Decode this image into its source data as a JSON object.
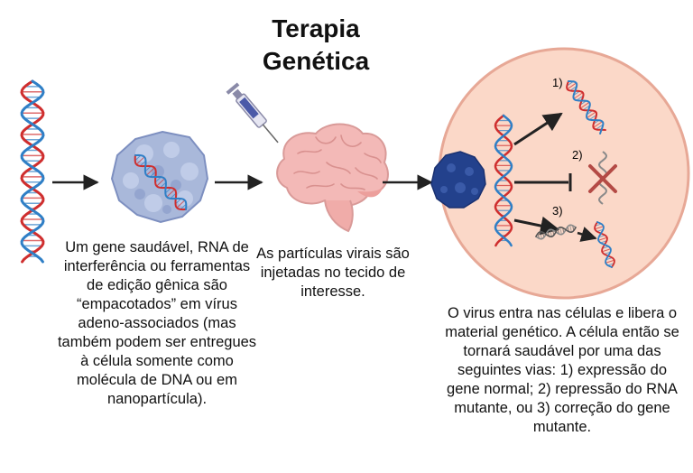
{
  "title": {
    "line1": "Terapia",
    "line2": "Genética"
  },
  "steps": [
    {
      "text": "Um gene saudável, RNA de interferência ou ferramentas de edição gênica são “empacotados” em vírus adeno-associados (mas também podem ser entregues à célula somente como molécula de DNA ou em nanopartícula)."
    },
    {
      "text": "As partículas virais são injetadas no tecido de interesse."
    },
    {
      "text": "O virus entra nas células e libera o material genético. A célula então se tornará saudável por uma das seguintes vias: 1) expressão do gene normal; 2) repressão do RNA mutante, ou 3) correção do gene mutante."
    }
  ],
  "pathway_labels": [
    "1)",
    "2)",
    "3)"
  ],
  "colors": {
    "dna_red": "#cf2e2e",
    "dna_blue": "#2f7fc6",
    "arrow": "#222222",
    "virus_light": "#a9b8da",
    "virus_dark": "#23418c",
    "brain_pink": "#f3b9b7",
    "cell_fill": "#fbd8c8",
    "cell_border": "#e7a896",
    "rna_gray": "#8a8a8a",
    "cross_red": "#b44a45"
  }
}
